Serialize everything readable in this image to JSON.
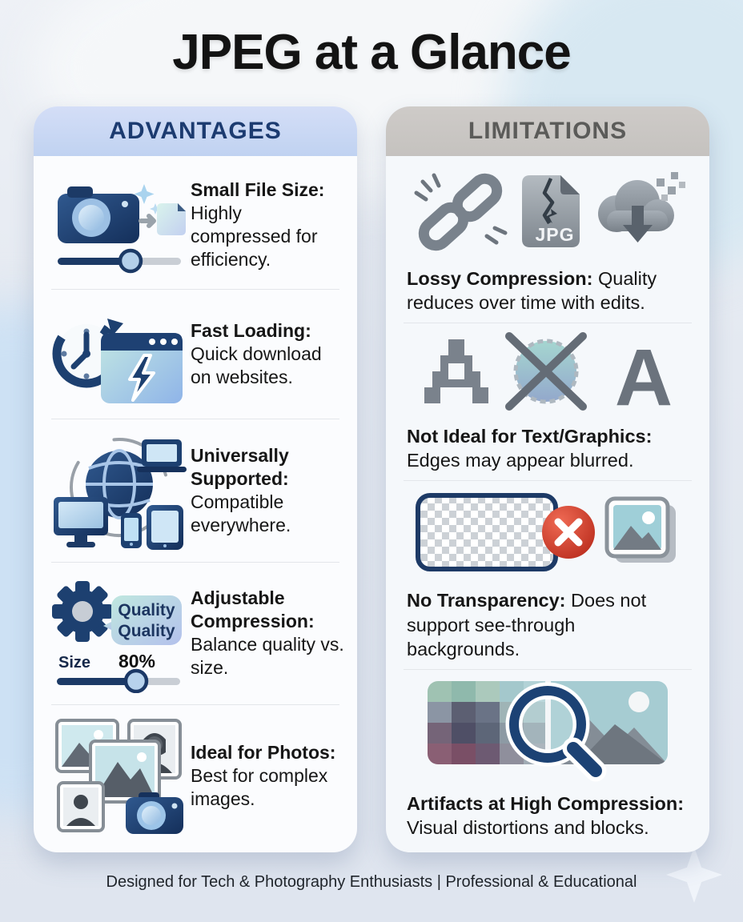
{
  "title": "JPEG at a Glance",
  "footer": "Designed for Tech & Photography Enthusiasts | Professional & Educational",
  "colors": {
    "navy": "#1d4070",
    "light_blue": "#bcd6ee",
    "advantage_header_bg": "#c7d6f3",
    "advantage_header_text": "#1c3b70",
    "limitation_header_bg": "#c7c4c1",
    "limitation_header_text": "#5b5b59",
    "icon_gray": "#7d858e",
    "error_red": "#c93527"
  },
  "advantages": {
    "header": "ADVANTAGES",
    "items": [
      {
        "title": "Small File Size:",
        "desc": "Highly compressed for efficiency.",
        "icon": "camera-compress-slider-icon"
      },
      {
        "title": "Fast Loading:",
        "desc": "Quick download on websites.",
        "icon": "clock-browser-lightning-icon"
      },
      {
        "title": "Universally Supported:",
        "desc": "Compatible everywhere.",
        "icon": "globe-devices-icon"
      },
      {
        "title": "Adjustable Compression:",
        "desc": "Balance quality vs. size.",
        "icon": "gear-quality-slider-icon",
        "bubble_line1": "Quality",
        "bubble_line2": "Quality",
        "size_label": "Size",
        "percent_label": "80%"
      },
      {
        "title": "Ideal for Photos:",
        "desc": "Best for complex images.",
        "icon": "photo-collage-camera-icon"
      }
    ]
  },
  "limitations": {
    "header": "LIMITATIONS",
    "items": [
      {
        "title": "Lossy Compression:",
        "desc": "Quality reduces over time with edits.",
        "icon": "broken-chain-jpg-file-cloud-icon",
        "file_label": "JPG"
      },
      {
        "title": "Not Ideal for Text/Graphics:",
        "desc": "Edges may appear blurred.",
        "icon": "pixelated-vs-sharp-letter-icon",
        "letter": "A"
      },
      {
        "title": "No Transparency:",
        "desc": "Does not support see-through backgrounds.",
        "icon": "transparency-checker-crossed-icon"
      },
      {
        "title": "Artifacts at High Compression:",
        "desc": "Visual distortions and blocks.",
        "icon": "artifact-image-magnifier-icon"
      }
    ]
  }
}
